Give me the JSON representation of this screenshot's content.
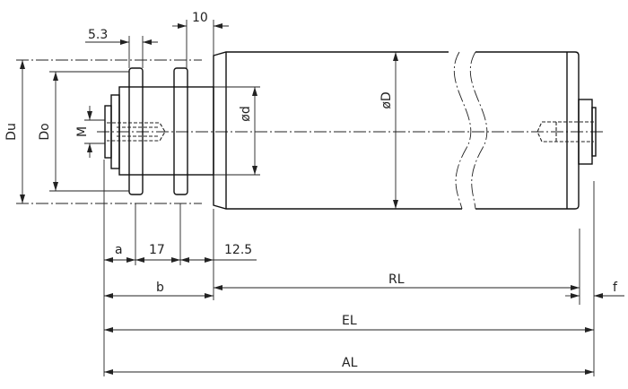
{
  "labels": {
    "dim_10": "10",
    "dim_5_3": "5.3",
    "Du": "Du",
    "Do": "Do",
    "M": "M",
    "od": "ød",
    "oD": "øD",
    "a": "a",
    "dim_17": "17",
    "dim_12_5": "12.5",
    "b": "b",
    "RL": "RL",
    "f": "f",
    "EL": "EL",
    "AL": "AL"
  }
}
